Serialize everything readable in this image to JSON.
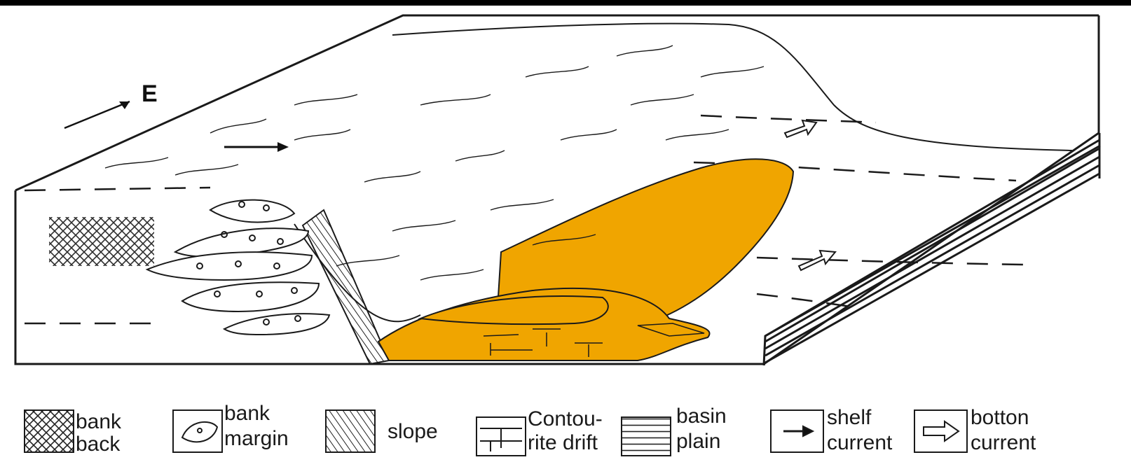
{
  "diagram": {
    "compass_label": "E",
    "colors": {
      "background_border": "#000000",
      "paper": "#ffffff",
      "contourite": "#f0a500",
      "ink": "#1a1a1a"
    }
  },
  "legend": [
    {
      "icon": "bank-back-crosshatch-icon",
      "line1": "bank",
      "line2": "back"
    },
    {
      "icon": "bank-margin-icon",
      "line1": "bank",
      "line2": "margin"
    },
    {
      "icon": "slope-hatch-icon",
      "line1": "slope",
      "line2": ""
    },
    {
      "icon": "contourite-drift-icon",
      "line1": "Contou-",
      "line2": "rite drift"
    },
    {
      "icon": "basin-plain-icon",
      "line1": "basin",
      "line2": "plain"
    },
    {
      "icon": "shelf-current-arrow-icon",
      "line1": "shelf",
      "line2": "current"
    },
    {
      "icon": "bottom-current-arrow-icon",
      "line1": "botton",
      "line2": "current"
    }
  ]
}
